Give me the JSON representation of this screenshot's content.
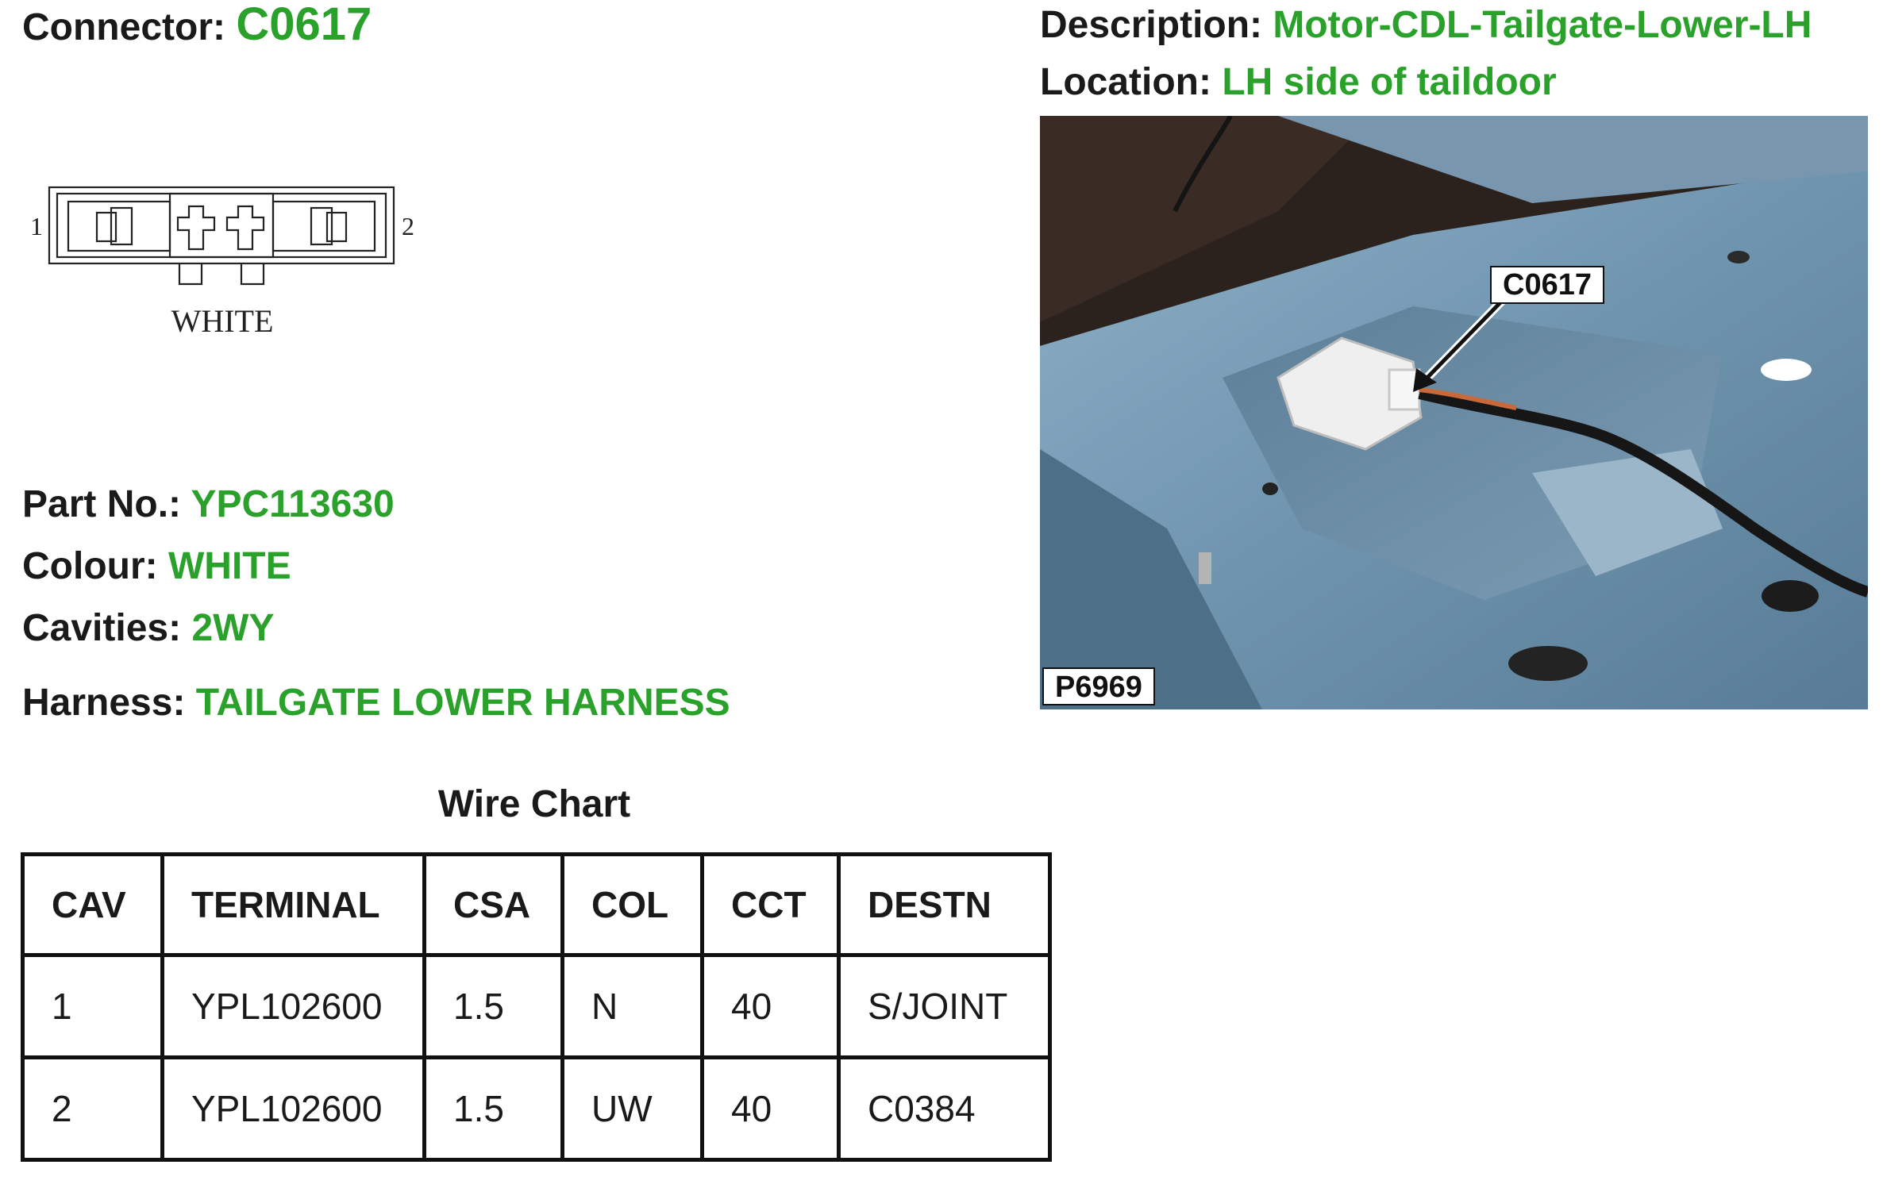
{
  "connector": {
    "label": "Connector:",
    "value": "C0617"
  },
  "diagram": {
    "pin_left": "1",
    "pin_right": "2",
    "colour_label": "WHITE"
  },
  "description": {
    "label": "Description:",
    "value": "Motor-CDL-Tailgate-Lower-LH"
  },
  "location": {
    "label": "Location:",
    "value": "LH side of taildoor"
  },
  "photo": {
    "callout": "C0617",
    "ref": "P6969"
  },
  "part_no": {
    "label": "Part No.:",
    "value": "YPC113630"
  },
  "colour": {
    "label": "Colour:",
    "value": "WHITE"
  },
  "cavities": {
    "label": "Cavities:",
    "value": "2WY"
  },
  "harness": {
    "label": "Harness:",
    "value": "TAILGATE LOWER HARNESS"
  },
  "wire_chart": {
    "title": "Wire Chart",
    "headers": [
      "CAV",
      "TERMINAL",
      "CSA",
      "COL",
      "CCT",
      "DESTN"
    ],
    "rows": [
      [
        "1",
        "YPL102600",
        "1.5",
        "N",
        "40",
        "S/JOINT"
      ],
      [
        "2",
        "YPL102600",
        "1.5",
        "UW",
        "40",
        "C0384"
      ]
    ]
  },
  "colors": {
    "value_green": "#2aa12a",
    "text": "#1a1a1a"
  }
}
